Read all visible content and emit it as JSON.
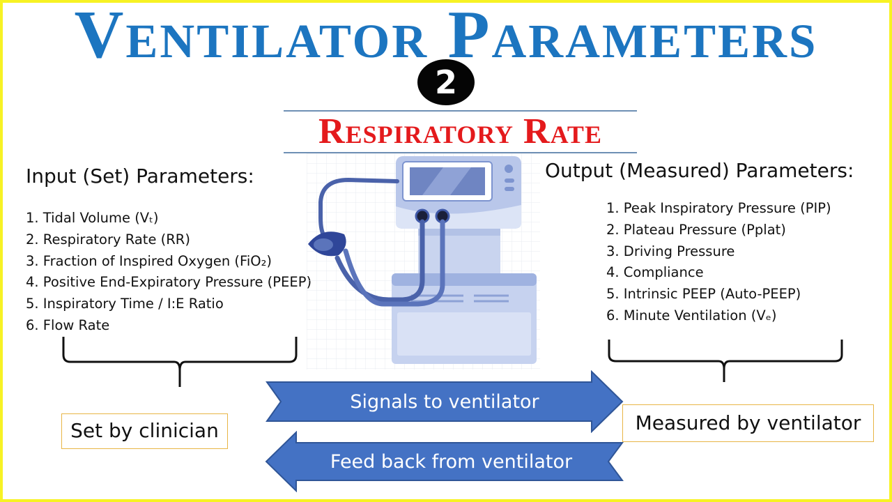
{
  "title": "Ventilator Parameters",
  "badge": "2",
  "subtitle": "Respiratory Rate",
  "input": {
    "heading": "Input (Set) Parameters:",
    "items": [
      "1. Tidal Volume (Vₜ)",
      "2. Respiratory Rate (RR)",
      "3. Fraction of Inspired Oxygen (FiO₂)",
      "4. Positive End-Expiratory Pressure (PEEP)",
      "5. Inspiratory Time / I:E Ratio",
      "6. Flow Rate"
    ],
    "box_label": "Set by clinician"
  },
  "output": {
    "heading": "Output (Measured) Parameters:",
    "items": [
      "1. Peak Inspiratory Pressure (PIP)",
      "2. Plateau Pressure (Pplat)",
      "3. Driving Pressure",
      "4. Compliance",
      "5. Intrinsic PEEP (Auto-PEEP)",
      "6. Minute Ventilation (Vₑ)"
    ],
    "box_label": "Measured by ventilator"
  },
  "arrows": {
    "right": "Signals to ventilator",
    "left": "Feed back from ventilator"
  },
  "colors": {
    "title": "#1c75c0",
    "subtitle": "#e41a1c",
    "arrow": "#4472c4",
    "border": "#f7f224",
    "box_border": "#e8b545"
  }
}
